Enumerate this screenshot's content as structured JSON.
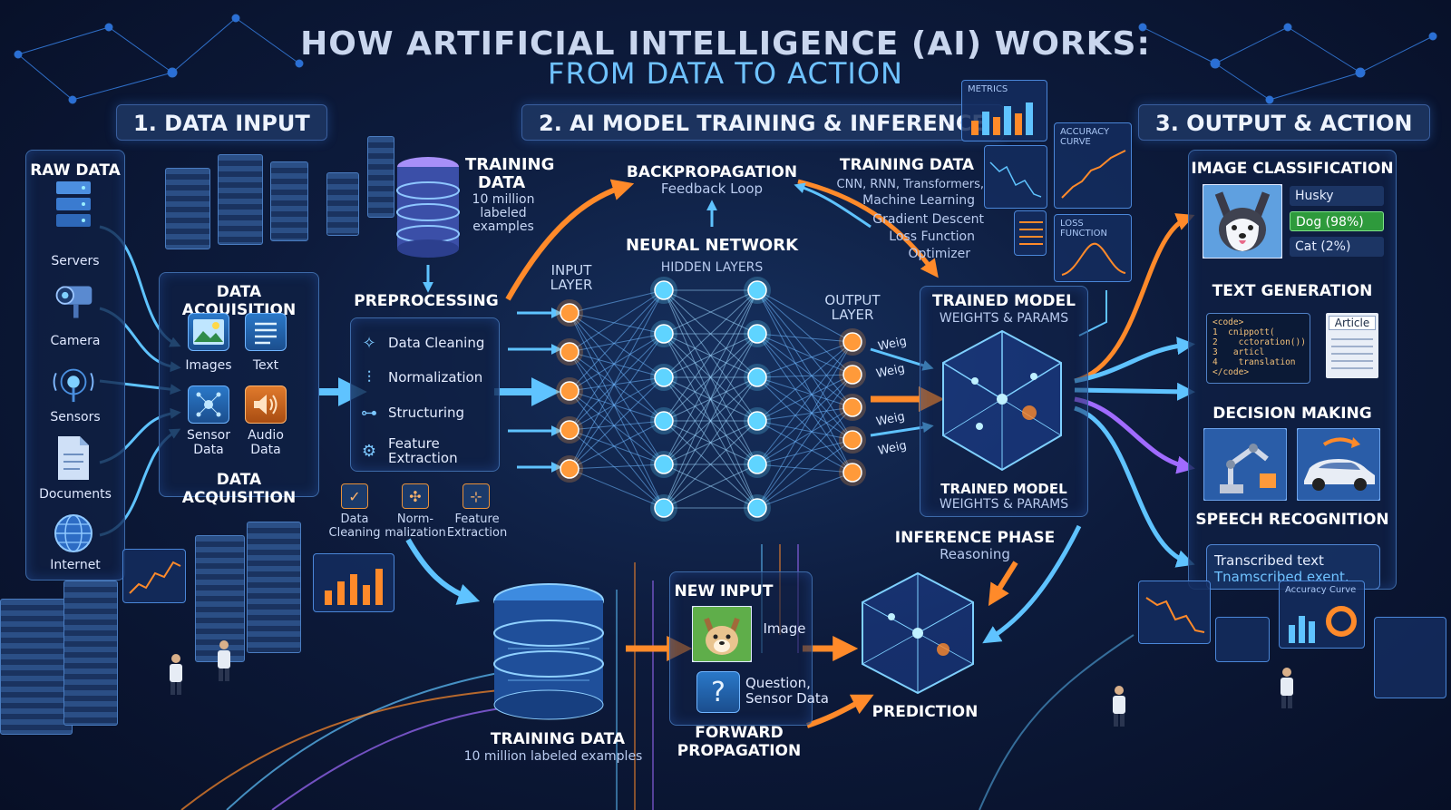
{
  "title": {
    "line1": "HOW ARTIFICIAL INTELLIGENCE (AI) WORKS:",
    "line2": "FROM DATA TO ACTION"
  },
  "sections": {
    "input": "1. DATA INPUT",
    "training": "2. AI MODEL TRAINING & INFERENCE",
    "output": "3. OUTPUT & ACTION"
  },
  "raw_data": {
    "title": "RAW DATA",
    "items": [
      {
        "label": "Servers",
        "icon": "server-icon"
      },
      {
        "label": "Camera",
        "icon": "camera-icon"
      },
      {
        "label": "Sensors",
        "icon": "sensor-icon"
      },
      {
        "label": "Documents",
        "icon": "document-icon"
      },
      {
        "label": "Internet",
        "icon": "globe-icon"
      }
    ]
  },
  "acquisition": {
    "title_top": "DATA ACQUISITION",
    "title_bottom": "DATA ACQUISITION",
    "items": [
      {
        "label": "Images",
        "icon": "image-icon"
      },
      {
        "label": "Text",
        "icon": "text-icon"
      },
      {
        "label": "Sensor\nData",
        "icon": "sensor-data-icon"
      },
      {
        "label": "Audio\nData",
        "icon": "audio-icon"
      }
    ]
  },
  "training_data_top": {
    "title": "TRAINING\nDATA",
    "sub": "10 million\nlabeled\nexamples"
  },
  "preprocessing": {
    "title": "PREPROCESSING",
    "items": [
      {
        "label": "Data Cleaning",
        "icon": "wand-icon"
      },
      {
        "label": "Normalization",
        "icon": "sliders-icon"
      },
      {
        "label": "Structuring",
        "icon": "structure-icon"
      },
      {
        "label": "Feature\nExtraction",
        "icon": "gear-icon"
      }
    ],
    "mini": [
      {
        "label": "Data\nCleaning",
        "icon": "wand-icon"
      },
      {
        "label": "Norm-\nmalization",
        "icon": "sliders-icon"
      },
      {
        "label": "Feature\nExtraction",
        "icon": "network-icon"
      }
    ]
  },
  "backprop": {
    "title": "BACKPROPAGATION",
    "sub": "Feedback Loop"
  },
  "neural_network": {
    "title": "NEURAL NETWORK",
    "hidden": "HIDDEN LAYERS",
    "input": "INPUT\nLAYER",
    "output": "OUTPUT\nLAYER",
    "weights": [
      "Weig",
      "Weig",
      "Weig",
      "Weig"
    ]
  },
  "training_methods": {
    "title": "TRAINING DATA",
    "items": [
      "CNN, RNN, Transformers,",
      "Machine Learning",
      "Gradient Descent",
      "Loss Function",
      "Optimizer"
    ]
  },
  "charts": {
    "metrics": "METRICS",
    "accuracy": "ACCURACY CURVE",
    "loss": "LOSS FUNCTION",
    "accuracy2": "Accuracy Curve"
  },
  "trained_model": {
    "title": "TRAINED MODEL",
    "sub": "WEIGHTS & PARAMS",
    "title2": "TRAINED MODEL",
    "sub2": "WEIGHTS & PARAMS"
  },
  "inference": {
    "title": "INFERENCE PHASE",
    "sub": "Reasoning"
  },
  "new_input": {
    "title": "NEW INPUT",
    "image_label": "Image",
    "question_label": "Question,\nSensor Data",
    "forward": "FORWARD\nPROPAGATION"
  },
  "prediction": "PREDICTION",
  "training_data_bottom": {
    "title": "TRAINING DATA",
    "sub": "10 million labeled examples"
  },
  "outputs": {
    "image_classification": {
      "title": "IMAGE CLASSIFICATION",
      "predictions": [
        "Husky",
        "Dog (98%)",
        "Cat (2%)"
      ]
    },
    "text_generation": {
      "title": "TEXT GENERATION",
      "code": [
        "<code>",
        "1  cnippott(",
        "2    cctoration())",
        "3   articl",
        "4    translation",
        "</code>"
      ],
      "article": "Article"
    },
    "decision_making": {
      "title": "DECISION MAKING"
    },
    "speech_recognition": {
      "title": "SPEECH RECOGNITION",
      "line1": "Transcribed text",
      "line2": "Tnamscribed exent."
    }
  },
  "colors": {
    "accent_blue": "#5fc3ff",
    "accent_orange": "#ff8a2a",
    "accent_purple": "#a06bff",
    "green": "#3ec24a"
  }
}
